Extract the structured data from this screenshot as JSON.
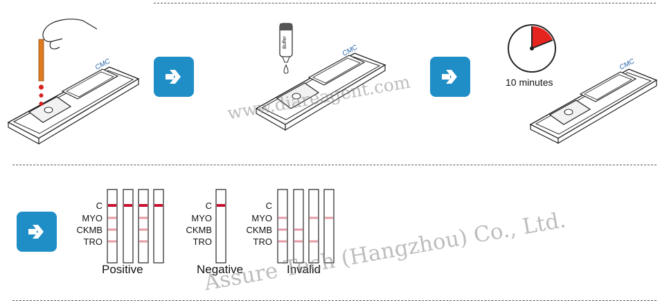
{
  "step3": {
    "timer_label": "10 minutes"
  },
  "cassette": {
    "brand_text": "CMC"
  },
  "dropper": {
    "bottle_label": "Buffer"
  },
  "results": {
    "row_labels": [
      "C",
      "MYO",
      "CKMB",
      "TRO"
    ],
    "groups": [
      {
        "caption": "Positive",
        "strips": [
          {
            "C": true,
            "MYO": true,
            "CKMB": true,
            "TRO": true
          },
          {
            "C": true,
            "MYO": false,
            "CKMB": false,
            "TRO": false
          },
          {
            "C": true,
            "MYO": true,
            "CKMB": true,
            "TRO": true
          },
          {
            "C": true,
            "MYO": false,
            "CKMB": false,
            "TRO": false
          }
        ]
      },
      {
        "caption": "Negative",
        "strips": [
          {
            "C": true,
            "MYO": false,
            "CKMB": false,
            "TRO": false
          }
        ]
      },
      {
        "caption": "Invalid",
        "strips": [
          {
            "C": false,
            "MYO": true,
            "CKMB": true,
            "TRO": true
          },
          {
            "C": false,
            "MYO": false,
            "CKMB": true,
            "TRO": true
          },
          {
            "C": false,
            "MYO": true,
            "CKMB": false,
            "TRO": true
          },
          {
            "C": false,
            "MYO": true,
            "CKMB": false,
            "TRO": false
          }
        ]
      }
    ]
  },
  "watermark": {
    "url": "www.diareagent.com",
    "company": "Assure Tech (Hangzhou) Co., Ltd."
  },
  "colors": {
    "accent": "#1f8dc6",
    "line_red": "#c8102e",
    "test_line": "#e69aa4",
    "timer_red": "#e52420"
  }
}
